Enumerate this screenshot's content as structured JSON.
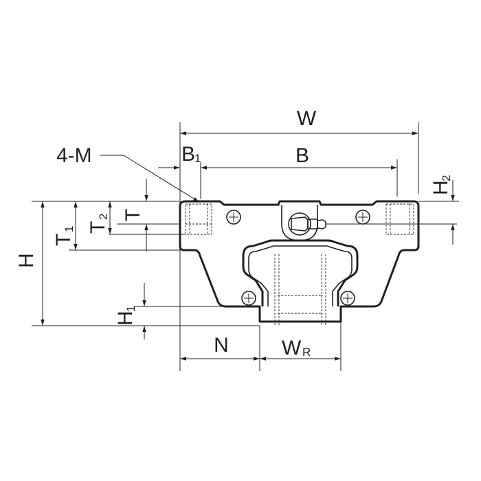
{
  "labels": {
    "W": "W",
    "B_main": "B",
    "B1_main": "B",
    "B1_sub": "1",
    "four_m": "4-M",
    "H2_main": "H",
    "H2_sub": "2",
    "T": "T",
    "T1_main": "T",
    "T1_sub": "1",
    "T2_main": "T",
    "T2_sub": "2",
    "H": "H",
    "H1_main": "H",
    "H1_sub": "1",
    "N": "N",
    "WR_main": "W",
    "WR_sub": "R"
  },
  "colors": {
    "ink": "#231f20",
    "background": "#ffffff"
  }
}
